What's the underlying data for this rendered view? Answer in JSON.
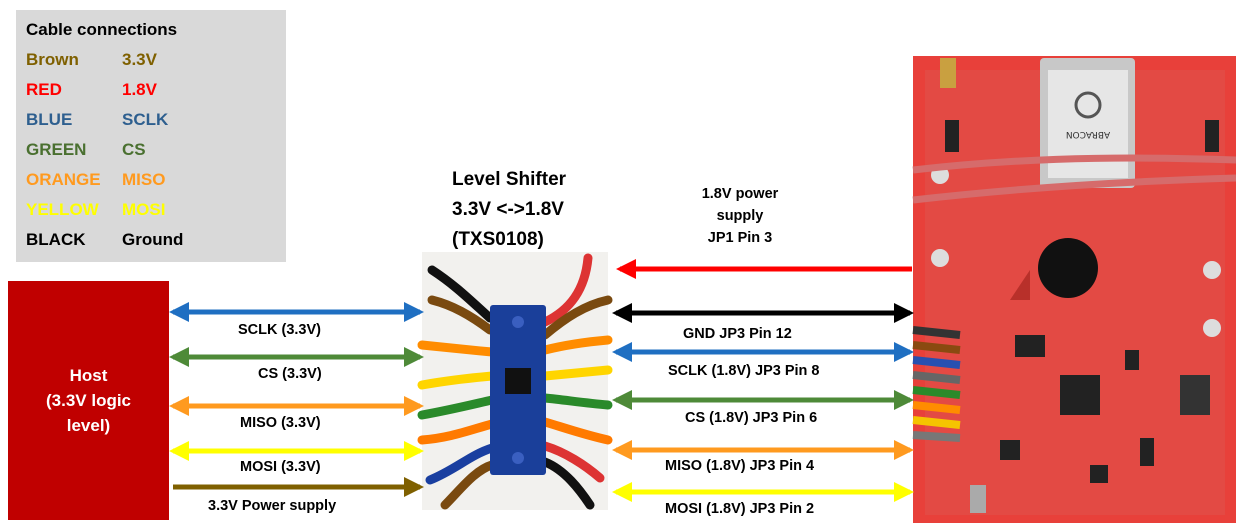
{
  "legend": {
    "title": "Cable connections",
    "rows": [
      {
        "name": "Brown",
        "signal": "3.3V",
        "color": "#7f6000"
      },
      {
        "name": "RED",
        "signal": "1.8V",
        "color": "#ff0000"
      },
      {
        "name": "BLUE",
        "signal": "SCLK",
        "color": "#2e5f8f"
      },
      {
        "name": "GREEN",
        "signal": "CS",
        "color": "#4a7030"
      },
      {
        "name": "ORANGE",
        "signal": "MISO",
        "color": "#ff9a1f"
      },
      {
        "name": "YELLOW",
        "signal": "MOSI",
        "color": "#ffff00"
      },
      {
        "name": "BLACK",
        "signal": "Ground",
        "color": "#000000"
      }
    ]
  },
  "host": {
    "line1": "Host",
    "line2": "(3.3V logic",
    "line3": "level)"
  },
  "shifter": {
    "line1": "Level Shifter",
    "line2": "3.3V <->1.8V",
    "line3": "(TXS0108)"
  },
  "left_links": {
    "sclk": "SCLK (3.3V)",
    "cs": "CS (3.3V)",
    "miso": "MISO (3.3V)",
    "mosi": "MOSI (3.3V)",
    "power": "3.3V Power supply"
  },
  "right_links": {
    "power_line1": "1.8V power",
    "power_line2": "supply",
    "power_line3": "JP1 Pin 3",
    "gnd": "GND JP3 Pin 12",
    "sclk": "SCLK (1.8V) JP3 Pin 8",
    "cs": "CS (1.8V) JP3 Pin 6",
    "miso": "MISO (1.8V) JP3 Pin 4",
    "mosi": "MOSI (1.8V) JP3 Pin 2"
  },
  "board": {
    "chip_marking": "ABRACON"
  },
  "colors": {
    "brown": "#7f6000",
    "red": "#ff0000",
    "blue": "#1f6fc2",
    "green": "#4e8a38",
    "orange": "#ff9a1f",
    "yellow": "#ffff00",
    "black": "#000000",
    "host": "#c00000"
  }
}
